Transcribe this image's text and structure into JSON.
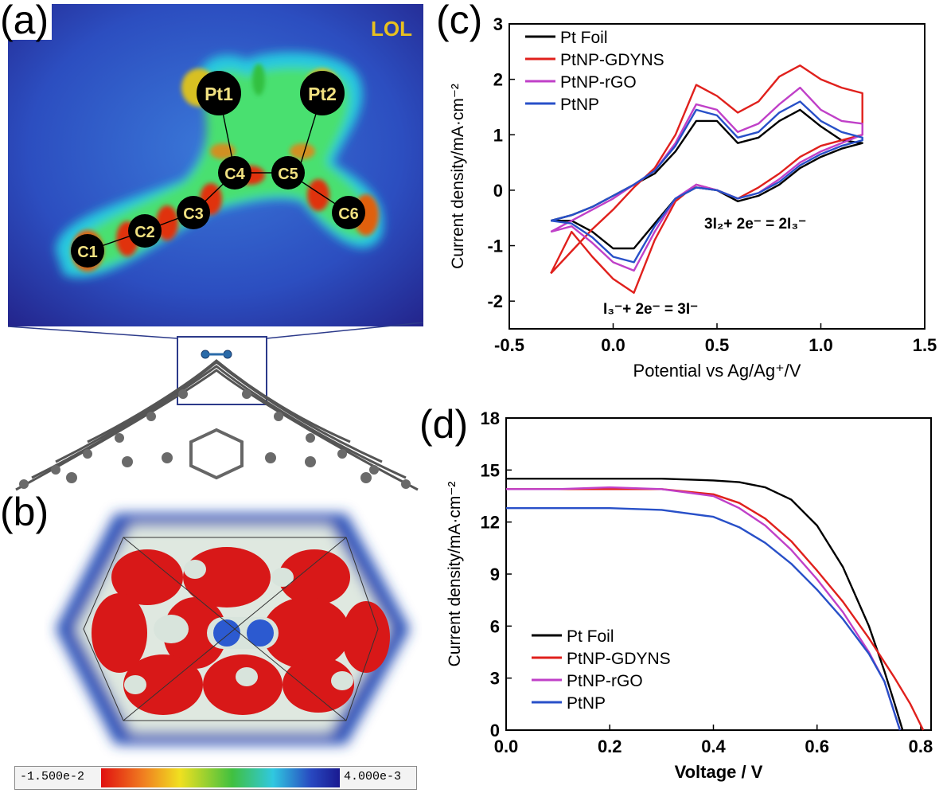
{
  "panels": {
    "a": {
      "letter": "(a)",
      "map_label": "LOL",
      "atoms": [
        "Pt1",
        "Pt2",
        "C4",
        "C5",
        "C3",
        "C6",
        "C2",
        "C1"
      ]
    },
    "b": {
      "letter": "(b)",
      "colorbar_min": "-1.500e-2",
      "colorbar_max": "4.000e-3"
    },
    "c": {
      "letter": "(c)",
      "annotation_upper": "3I₂+ 2e⁻ = 2I₃⁻",
      "annotation_lower": "I₃⁻+ 2e⁻ = 3I⁻"
    },
    "d": {
      "letter": "(d)"
    }
  },
  "colors": {
    "pt_foil": "#000000",
    "ptnp_gdyns": "#e0201c",
    "ptnp_rgo": "#c040c8",
    "ptnp": "#2850c8"
  },
  "chart_data": [
    {
      "id": "c",
      "type": "line",
      "xlabel": "Potential vs Ag/Ag⁺/V",
      "ylabel": "Current density/mA·cm⁻²",
      "xlim": [
        -0.5,
        1.5
      ],
      "ylim": [
        -2.5,
        3
      ],
      "xticks": [
        -0.5,
        0.0,
        0.5,
        1.0,
        1.5
      ],
      "xtick_labels": [
        "-0.5",
        "0.0",
        "0.5",
        "1.0",
        "1.5"
      ],
      "yticks": [
        -2,
        -1,
        0,
        1,
        2,
        3
      ],
      "ytick_labels": [
        "-2",
        "-1",
        "0",
        "1",
        "2",
        "3"
      ],
      "legend": "top-left",
      "series": [
        {
          "name": "Pt Foil",
          "color": "#000000",
          "x": [
            -0.3,
            -0.2,
            -0.1,
            0.0,
            0.1,
            0.2,
            0.3,
            0.4,
            0.5,
            0.6,
            0.7,
            0.8,
            0.9,
            1.0,
            1.1,
            1.2,
            1.2,
            1.1,
            1.0,
            0.9,
            0.8,
            0.7,
            0.6,
            0.5,
            0.4,
            0.3,
            0.2,
            0.1,
            0.0,
            -0.1,
            -0.2,
            -0.3
          ],
          "y": [
            -0.55,
            -0.45,
            -0.3,
            -0.1,
            0.1,
            0.3,
            0.7,
            1.25,
            1.25,
            0.85,
            0.95,
            1.25,
            1.45,
            1.15,
            0.9,
            0.85,
            0.85,
            0.75,
            0.6,
            0.4,
            0.1,
            -0.1,
            -0.2,
            0.0,
            0.05,
            -0.15,
            -0.6,
            -1.05,
            -1.05,
            -0.75,
            -0.55,
            -0.55
          ]
        },
        {
          "name": "PtNP-GDYNS",
          "color": "#e0201c",
          "x": [
            -0.3,
            -0.2,
            -0.1,
            0.0,
            0.1,
            0.2,
            0.3,
            0.4,
            0.5,
            0.6,
            0.7,
            0.8,
            0.9,
            1.0,
            1.1,
            1.2,
            1.2,
            1.1,
            1.0,
            0.9,
            0.8,
            0.7,
            0.6,
            0.5,
            0.4,
            0.3,
            0.2,
            0.1,
            0.0,
            -0.1,
            -0.2,
            -0.3
          ],
          "y": [
            -1.5,
            -1.1,
            -0.7,
            -0.35,
            0.05,
            0.4,
            1.0,
            1.9,
            1.7,
            1.4,
            1.6,
            2.05,
            2.25,
            2.0,
            1.85,
            1.75,
            1.0,
            0.9,
            0.8,
            0.6,
            0.3,
            0.05,
            -0.15,
            0.0,
            0.1,
            -0.2,
            -0.9,
            -1.85,
            -1.6,
            -1.2,
            -0.75,
            -1.5
          ]
        },
        {
          "name": "PtNP-rGO",
          "color": "#c040c8",
          "x": [
            -0.3,
            -0.2,
            -0.1,
            0.0,
            0.1,
            0.2,
            0.3,
            0.4,
            0.5,
            0.6,
            0.7,
            0.8,
            0.9,
            1.0,
            1.1,
            1.2,
            1.2,
            1.1,
            1.0,
            0.9,
            0.8,
            0.7,
            0.6,
            0.5,
            0.4,
            0.3,
            0.2,
            0.1,
            0.0,
            -0.1,
            -0.2,
            -0.3
          ],
          "y": [
            -0.75,
            -0.55,
            -0.35,
            -0.15,
            0.1,
            0.35,
            0.85,
            1.55,
            1.45,
            1.05,
            1.2,
            1.55,
            1.85,
            1.45,
            1.25,
            1.2,
            1.0,
            0.85,
            0.7,
            0.5,
            0.2,
            -0.05,
            -0.15,
            0.0,
            0.1,
            -0.15,
            -0.75,
            -1.45,
            -1.3,
            -0.95,
            -0.65,
            -0.75
          ]
        },
        {
          "name": "PtNP",
          "color": "#2850c8",
          "x": [
            -0.3,
            -0.2,
            -0.1,
            0.0,
            0.1,
            0.2,
            0.3,
            0.4,
            0.5,
            0.6,
            0.7,
            0.8,
            0.9,
            1.0,
            1.1,
            1.2,
            1.2,
            1.1,
            1.0,
            0.9,
            0.8,
            0.7,
            0.6,
            0.5,
            0.4,
            0.3,
            0.2,
            0.1,
            0.0,
            -0.1,
            -0.2,
            -0.3
          ],
          "y": [
            -0.55,
            -0.45,
            -0.3,
            -0.1,
            0.1,
            0.35,
            0.8,
            1.45,
            1.35,
            0.95,
            1.05,
            1.4,
            1.6,
            1.25,
            1.05,
            0.95,
            0.9,
            0.8,
            0.65,
            0.45,
            0.15,
            -0.05,
            -0.15,
            0.0,
            0.05,
            -0.15,
            -0.65,
            -1.3,
            -1.2,
            -0.85,
            -0.6,
            -0.55
          ]
        }
      ]
    },
    {
      "id": "d",
      "type": "line",
      "xlabel": "Voltage / V",
      "ylabel": "Current density/mA·cm⁻²",
      "xlim": [
        0,
        0.82
      ],
      "ylim": [
        0,
        18
      ],
      "xticks": [
        0.0,
        0.2,
        0.4,
        0.6,
        0.8
      ],
      "xtick_labels": [
        "0.0",
        "0.2",
        "0.4",
        "0.6",
        "0.8"
      ],
      "yticks": [
        0,
        3,
        6,
        9,
        12,
        15,
        18
      ],
      "ytick_labels": [
        "0",
        "3",
        "6",
        "9",
        "12",
        "15",
        "18"
      ],
      "legend": "bottom-left",
      "series": [
        {
          "name": "Pt Foil",
          "color": "#000000",
          "x": [
            0.0,
            0.1,
            0.2,
            0.3,
            0.4,
            0.45,
            0.5,
            0.55,
            0.6,
            0.65,
            0.7,
            0.73,
            0.75,
            0.765
          ],
          "y": [
            14.5,
            14.5,
            14.5,
            14.5,
            14.4,
            14.3,
            14.0,
            13.3,
            11.8,
            9.4,
            6.0,
            3.4,
            1.5,
            0.0
          ]
        },
        {
          "name": "PtNP-GDYNS",
          "color": "#e0201c",
          "x": [
            0.0,
            0.1,
            0.2,
            0.3,
            0.4,
            0.45,
            0.5,
            0.55,
            0.6,
            0.65,
            0.7,
            0.75,
            0.78,
            0.805
          ],
          "y": [
            13.9,
            13.9,
            13.9,
            13.9,
            13.6,
            13.1,
            12.2,
            10.9,
            9.2,
            7.4,
            5.3,
            3.0,
            1.5,
            0.0
          ]
        },
        {
          "name": "PtNP-rGO",
          "color": "#c040c8",
          "x": [
            0.0,
            0.1,
            0.2,
            0.3,
            0.4,
            0.45,
            0.5,
            0.55,
            0.6,
            0.65,
            0.7,
            0.73,
            0.76
          ],
          "y": [
            13.9,
            13.9,
            14.0,
            13.9,
            13.5,
            12.8,
            11.8,
            10.4,
            8.7,
            6.8,
            4.5,
            2.8,
            0.0
          ]
        },
        {
          "name": "PtNP",
          "color": "#2850c8",
          "x": [
            0.0,
            0.1,
            0.2,
            0.3,
            0.4,
            0.45,
            0.5,
            0.55,
            0.6,
            0.65,
            0.7,
            0.73,
            0.76
          ],
          "y": [
            12.8,
            12.8,
            12.8,
            12.7,
            12.3,
            11.7,
            10.8,
            9.6,
            8.1,
            6.4,
            4.4,
            2.8,
            0.0
          ]
        }
      ]
    }
  ]
}
